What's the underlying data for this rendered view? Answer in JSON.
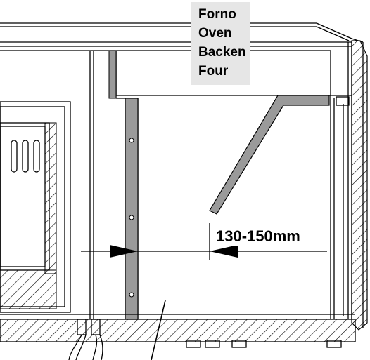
{
  "labels": {
    "oven_it": "Forno",
    "oven_en": "Oven",
    "oven_de": "Backen",
    "oven_fr": "Four"
  },
  "dimension": {
    "text": "130-150mm"
  }
}
